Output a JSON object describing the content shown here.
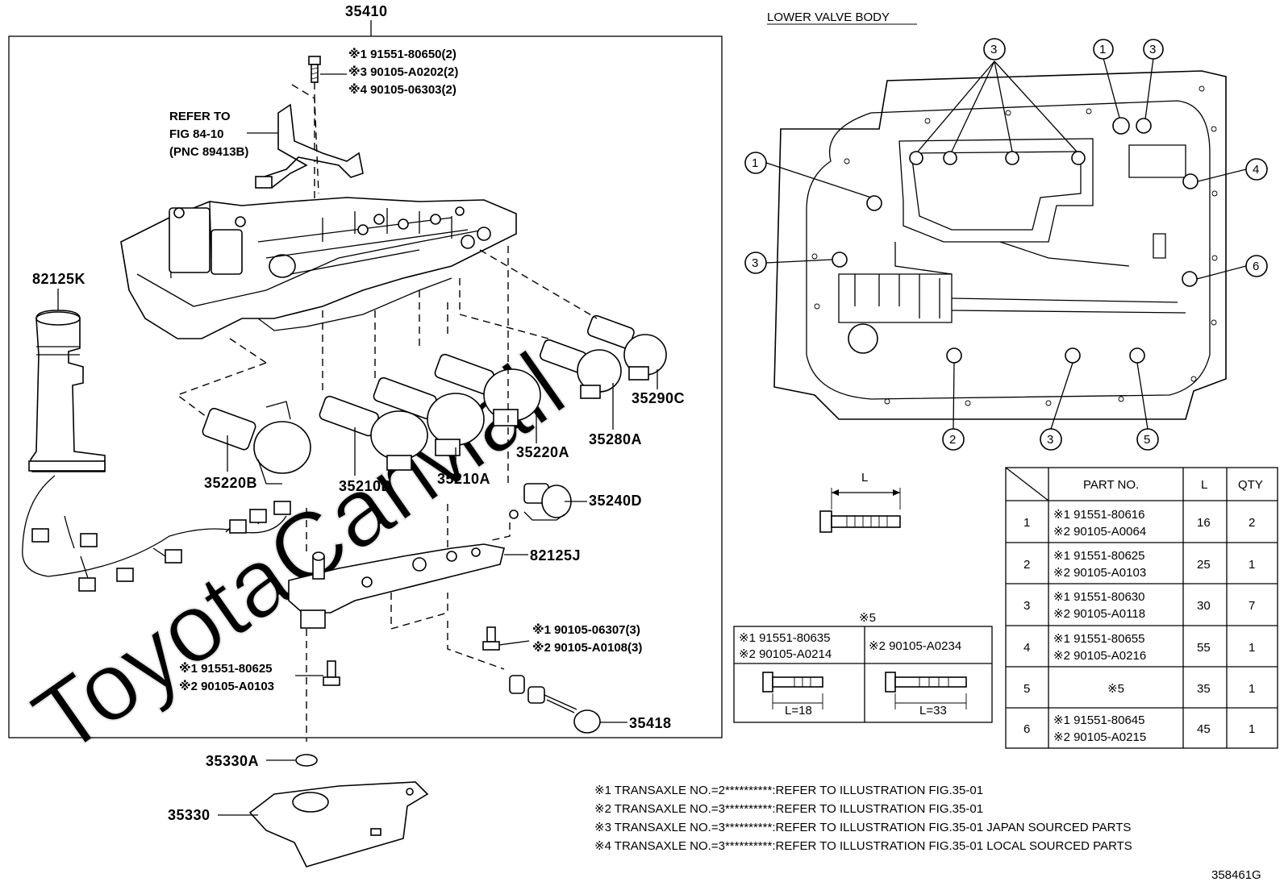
{
  "diagram_id": "358461G",
  "watermark": "ToyotaCarMall",
  "assembly": {
    "number": "35410",
    "bolt_callout": [
      "※1 91551-80650(2)",
      "※3 90105-A0202(2)",
      "※4 90105-06303(2)"
    ],
    "refer_note": [
      "REFER TO",
      "FIG 84-10",
      "(PNC 89413B)"
    ]
  },
  "parts": {
    "wire_harness": "82125K",
    "solenoid_35220B": "35220B",
    "solenoid_35210B": "35210B",
    "solenoid_35210A": "35210A",
    "solenoid_35220A": "35220A",
    "solenoid_35280A": "35280A",
    "solenoid_35290C": "35290C",
    "solenoid_35240D": "35240D",
    "harness_bracket": "82125J",
    "detent_spring": "35418",
    "o_ring": "35330A",
    "strainer": "35330"
  },
  "bracket_bolt_callout": [
    "※1 90105-06307(3)",
    "※2 90105-A0108(3)"
  ],
  "lower_bolt_callout": [
    "※1 91551-80625",
    "※2 90105-A0103"
  ],
  "lower_valve_body": {
    "title": "LOWER VALVE BODY",
    "markers": [
      {
        "num": "3"
      },
      {
        "num": "1"
      },
      {
        "num": "3"
      },
      {
        "num": "1"
      },
      {
        "num": "4"
      },
      {
        "num": "3"
      },
      {
        "num": "6"
      },
      {
        "num": "2"
      },
      {
        "num": "3"
      },
      {
        "num": "5"
      }
    ]
  },
  "bolt_dimension_label": "L",
  "note5_table": {
    "title": "※5",
    "col1": [
      "※1 91551-80635",
      "※2 90105-A0214"
    ],
    "col2": "※2 90105-A0234",
    "dim1": "L=18",
    "dim2": "L=33"
  },
  "parts_table": {
    "headers": [
      "PART NO.",
      "L",
      "QTY"
    ],
    "rows": [
      {
        "no": "1",
        "part": [
          "※1 91551-80616",
          "※2 90105-A0064"
        ],
        "l": "16",
        "qty": "2"
      },
      {
        "no": "2",
        "part": [
          "※1 91551-80625",
          "※2 90105-A0103"
        ],
        "l": "25",
        "qty": "1"
      },
      {
        "no": "3",
        "part": [
          "※1 91551-80630",
          "※2 90105-A0118"
        ],
        "l": "30",
        "qty": "7"
      },
      {
        "no": "4",
        "part": [
          "※1 91551-80655",
          "※2 90105-A0216"
        ],
        "l": "55",
        "qty": "1"
      },
      {
        "no": "5",
        "part": [
          "※5",
          ""
        ],
        "l": "35",
        "qty": "1"
      },
      {
        "no": "6",
        "part": [
          "※1 91551-80645",
          "※2 90105-A0215"
        ],
        "l": "45",
        "qty": "1"
      }
    ]
  },
  "footnotes": [
    "※1 TRANSAXLE NO.=2**********:REFER TO ILLUSTRATION FIG.35-01",
    "※2 TRANSAXLE NO.=3**********:REFER TO ILLUSTRATION FIG.35-01",
    "※3 TRANSAXLE NO.=3**********:REFER TO ILLUSTRATION FIG.35-01 JAPAN SOURCED PARTS",
    "※4 TRANSAXLE NO.=3**********:REFER TO ILLUSTRATION FIG.35-01 LOCAL SOURCED PARTS"
  ]
}
